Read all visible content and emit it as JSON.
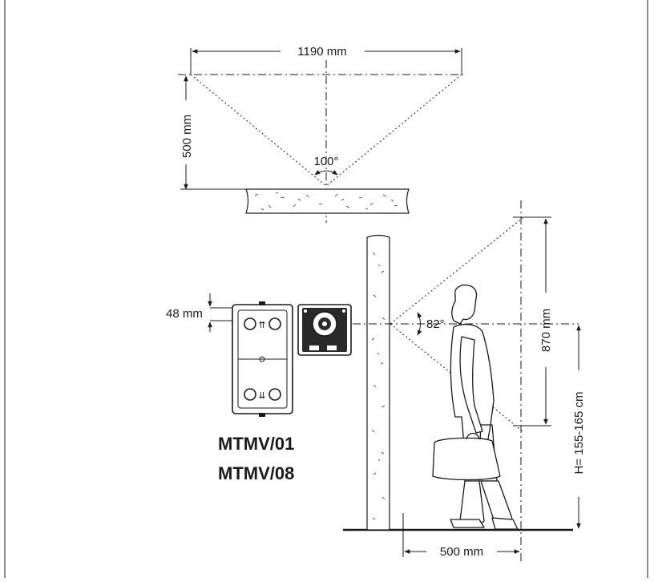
{
  "top_view": {
    "width_label": "1190 mm",
    "depth_label": "500 mm",
    "angle_label": "100°"
  },
  "side_view": {
    "offset_label": "48 mm",
    "angle_label": "82°",
    "field_height_label": "870 mm",
    "mount_height_label": "H= 155-165 cm",
    "distance_label": "500 mm"
  },
  "models": [
    "MTMV/01",
    "MTMV/08"
  ]
}
